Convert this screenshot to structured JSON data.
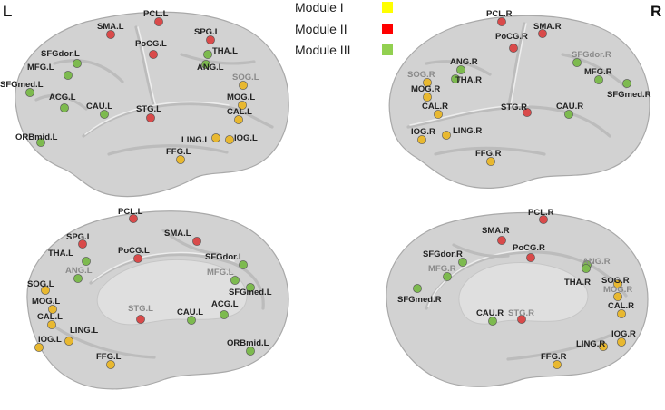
{
  "hemispheres": {
    "left": "L",
    "right": "R"
  },
  "legend": [
    {
      "label": "Module I",
      "color": "#ffff00"
    },
    {
      "label": "Module II",
      "color": "#ff0000"
    },
    {
      "label": "Module III",
      "color": "#92d050"
    }
  ],
  "node_colors": {
    "I": "#e8b830",
    "II": "#d94a4a",
    "III": "#7dba4f"
  },
  "views": [
    {
      "id": "left-lateral",
      "nodes": [
        {
          "label": "PCL.L",
          "module": "II"
        },
        {
          "label": "SMA.L",
          "module": "II"
        },
        {
          "label": "SPG.L",
          "module": "II"
        },
        {
          "label": "PoCG.L",
          "module": "II"
        },
        {
          "label": "SFGdor.L",
          "module": "III"
        },
        {
          "label": "MFG.L",
          "module": "III"
        },
        {
          "label": "THA.L",
          "module": "III"
        },
        {
          "label": "ANG.L",
          "module": "III"
        },
        {
          "label": "SFGmed.L",
          "module": "III"
        },
        {
          "label": "SOG.L",
          "module": "I"
        },
        {
          "label": "MOG.L",
          "module": "I"
        },
        {
          "label": "ACG.L",
          "module": "III"
        },
        {
          "label": "CAU.L",
          "module": "III"
        },
        {
          "label": "STG.L",
          "module": "II"
        },
        {
          "label": "CAL.L",
          "module": "I"
        },
        {
          "label": "ORBmid.L",
          "module": "III"
        },
        {
          "label": "LING.L",
          "module": "I"
        },
        {
          "label": "IOG.L",
          "module": "I"
        },
        {
          "label": "FFG.L",
          "module": "I"
        }
      ]
    },
    {
      "id": "right-lateral",
      "nodes": [
        {
          "label": "PCL.R",
          "module": "II"
        },
        {
          "label": "SMA.R",
          "module": "II"
        },
        {
          "label": "PoCG.R",
          "module": "II"
        },
        {
          "label": "SFGdor.R",
          "module": "III"
        },
        {
          "label": "ANG.R",
          "module": "III"
        },
        {
          "label": "MFG.R",
          "module": "III"
        },
        {
          "label": "SOG.R",
          "module": "I"
        },
        {
          "label": "THA.R",
          "module": "III"
        },
        {
          "label": "SFGmed.R",
          "module": "III"
        },
        {
          "label": "MOG.R",
          "module": "I"
        },
        {
          "label": "CAL.R",
          "module": "I"
        },
        {
          "label": "STG.R",
          "module": "II"
        },
        {
          "label": "CAU.R",
          "module": "III"
        },
        {
          "label": "IOG.R",
          "module": "I"
        },
        {
          "label": "LING.R",
          "module": "I"
        },
        {
          "label": "FFG.R",
          "module": "I"
        }
      ]
    },
    {
      "id": "left-medial",
      "nodes": [
        {
          "label": "PCL.L",
          "module": "II"
        },
        {
          "label": "SPG.L",
          "module": "II"
        },
        {
          "label": "SMA.L",
          "module": "II"
        },
        {
          "label": "PoCG.L",
          "module": "II"
        },
        {
          "label": "THA.L",
          "module": "III"
        },
        {
          "label": "ANG.L",
          "module": "III"
        },
        {
          "label": "SFGdor.L",
          "module": "III"
        },
        {
          "label": "MFG.L",
          "module": "III"
        },
        {
          "label": "SFGmed.L",
          "module": "III"
        },
        {
          "label": "SOG.L",
          "module": "I"
        },
        {
          "label": "MOG.L",
          "module": "I"
        },
        {
          "label": "STG.L",
          "module": "II"
        },
        {
          "label": "CAU.L",
          "module": "III"
        },
        {
          "label": "ACG.L",
          "module": "III"
        },
        {
          "label": "CAL.L",
          "module": "I"
        },
        {
          "label": "LING.L",
          "module": "I"
        },
        {
          "label": "IOG.L",
          "module": "I"
        },
        {
          "label": "ORBmid.L",
          "module": "III"
        },
        {
          "label": "FFG.L",
          "module": "I"
        }
      ]
    },
    {
      "id": "right-medial",
      "nodes": [
        {
          "label": "PCL.R",
          "module": "II"
        },
        {
          "label": "SMA.R",
          "module": "II"
        },
        {
          "label": "PoCG.R",
          "module": "II"
        },
        {
          "label": "SFGdor.R",
          "module": "III"
        },
        {
          "label": "ANG.R",
          "module": "III"
        },
        {
          "label": "MFG.R",
          "module": "III"
        },
        {
          "label": "THA.R",
          "module": "III"
        },
        {
          "label": "SOG.R",
          "module": "I"
        },
        {
          "label": "MOG.R",
          "module": "I"
        },
        {
          "label": "SFGmed.R",
          "module": "III"
        },
        {
          "label": "CAU.R",
          "module": "III"
        },
        {
          "label": "STG.R",
          "module": "II"
        },
        {
          "label": "CAL.R",
          "module": "I"
        },
        {
          "label": "IOG.R",
          "module": "I"
        },
        {
          "label": "LING.R",
          "module": "I"
        },
        {
          "label": "FFG.R",
          "module": "I"
        }
      ]
    }
  ]
}
